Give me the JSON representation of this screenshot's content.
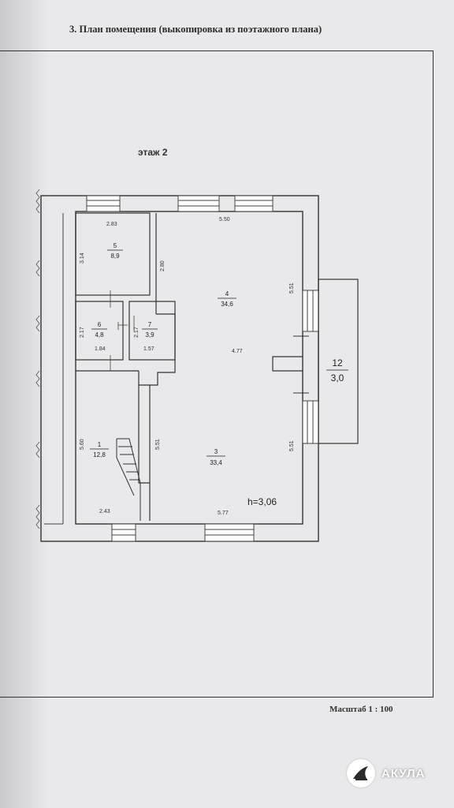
{
  "document": {
    "heading": "3.  План помещения (выкопировка из поэтажного плана)",
    "floor_label": "этаж 2",
    "scale": "Масштаб 1 : 100",
    "height_note": "h=3,06"
  },
  "rooms": {
    "r5": {
      "num": "5",
      "area": "8,9"
    },
    "r4": {
      "num": "4",
      "area": "34,6"
    },
    "r6": {
      "num": "6",
      "area": "4,8"
    },
    "r7": {
      "num": "7",
      "area": "3,9"
    },
    "r1": {
      "num": "1",
      "area": "12,8"
    },
    "r3": {
      "num": "3",
      "area": "33,4"
    },
    "r12": {
      "num": "12",
      "area": "3,0"
    }
  },
  "dims": {
    "d283": "2.83",
    "d550": "5.50",
    "d314": "3.14",
    "d280": "2.80",
    "d551a": "5.51",
    "d217a": "2.17",
    "d217b": "2.17",
    "d184": "1.84",
    "d157": "1.57",
    "d477": "4.77",
    "d560": "5.60",
    "d551b": "5.51",
    "d551c": "5.51",
    "d243": "2.43",
    "d577": "5.77"
  },
  "watermark": {
    "brand": "АКУЛА",
    "icon": "shark-icon"
  }
}
